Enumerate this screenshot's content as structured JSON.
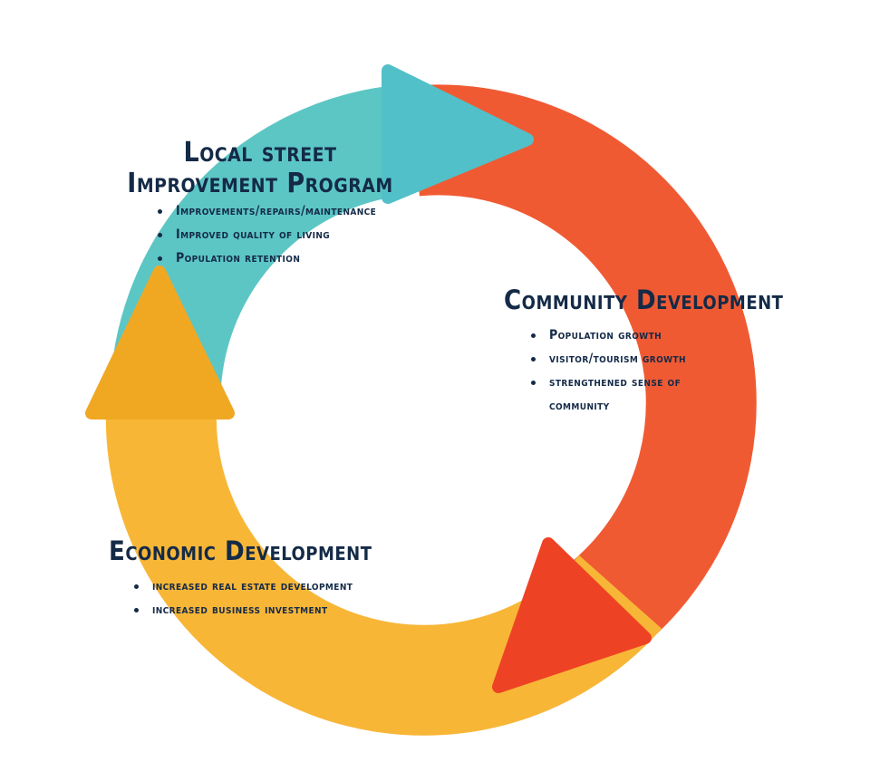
{
  "colors": {
    "teal": "#5cc6c4",
    "teal_arrow": "#52c0c8",
    "orange": "#f05a33",
    "orange_arrow": "#ee4225",
    "yellow": "#f8b637",
    "yellow_arrow": "#f0a823",
    "text": "#142a47"
  },
  "stages": {
    "local": {
      "title_line1": "Local street",
      "title_line2": "Improvement Program",
      "bullets": [
        "Improvements/repairs/maintenance",
        "Improved quality of living",
        "Population retention"
      ]
    },
    "community": {
      "title": "Community Development",
      "bullets": [
        "Population growth",
        "visitor/tourism growth",
        "strengthened sense of community"
      ]
    },
    "economic": {
      "title": "Economic Development",
      "bullets": [
        "increased real estate development",
        "increased business investment"
      ]
    }
  }
}
